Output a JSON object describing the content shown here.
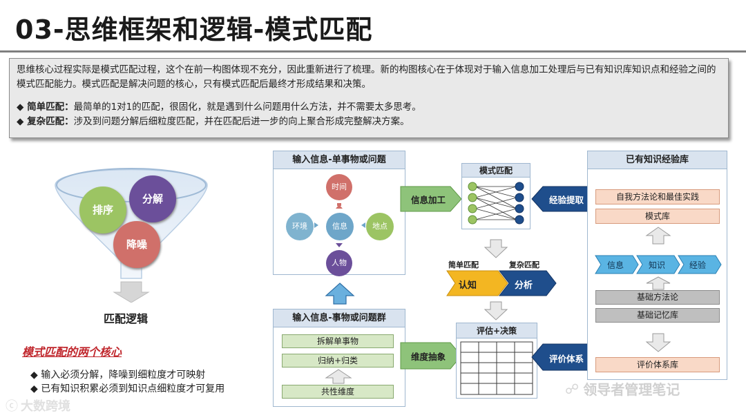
{
  "title": "03-思维框架和逻辑-模式匹配",
  "intro": {
    "line1": "思维核心过程实际是模式匹配过程，这个在前一构图体现不充分，因此重新进行了梳理。新的构图核心在于体现对于输入信息加工处理后与已有知识库知识点和经验之间的模式匹配能力。模式匹配是解决问题的核心，只有模式匹配后最终才形成结果和决策。",
    "bullet1_label": "◆ 简单匹配：",
    "bullet1_text": "最简单的1对1的匹配，很固化，就是遇到什么问题用什么方法，并不需要太多思考。",
    "bullet2_label": "◆ 复杂匹配：",
    "bullet2_text": "涉及到问题分解后细粒度匹配，并在匹配后进一步的向上聚合形成完整解决方案。"
  },
  "funnel": {
    "ball1": "分解",
    "ball2": "排序",
    "ball3": "降噪",
    "caption": "匹配逻辑"
  },
  "cores": {
    "title": "模式匹配的两个核心",
    "items": [
      "◆ 输入必须分解，降噪到细粒度才可映射",
      "◆ 已有知识积累必须到知识点细粒度才可复用"
    ]
  },
  "input_single": {
    "header": "输入信息-单事物或问题",
    "time": "时间",
    "env": "环境",
    "info": "信息",
    "place": "地点",
    "person": "人物"
  },
  "input_group": {
    "header": "输入信息-事物或问题群",
    "items": [
      "拆解单事物",
      "归纳+归类",
      "共性维度"
    ]
  },
  "arrows": {
    "info_process": "信息加工",
    "experience": "经验提取",
    "dimension": "维度抽象",
    "evaluation_system": "评价体系"
  },
  "pattern": {
    "header": "模式匹配",
    "simple": "简单匹配",
    "complex": "复杂匹配",
    "cognize": "认知",
    "analyze": "分析"
  },
  "decision": {
    "header": "评估+决策"
  },
  "knowledge": {
    "header": "已有知识经验库",
    "methodology": "自我方法论和最佳实践",
    "pattern_lib": "模式库",
    "chain": [
      "信息",
      "知识",
      "经验"
    ],
    "basic_method": "基础方法论",
    "basic_memory": "基础记忆库",
    "eval_lib": "评价体系库"
  },
  "watermarks": {
    "left": "大数跨境",
    "right": "领导者管理笔记"
  },
  "colors": {
    "green_arrow": "#8ec37a",
    "blue_arrow": "#1f4e8c",
    "panel_header": "#d9e3ef",
    "accent_red": "#c0272d"
  }
}
